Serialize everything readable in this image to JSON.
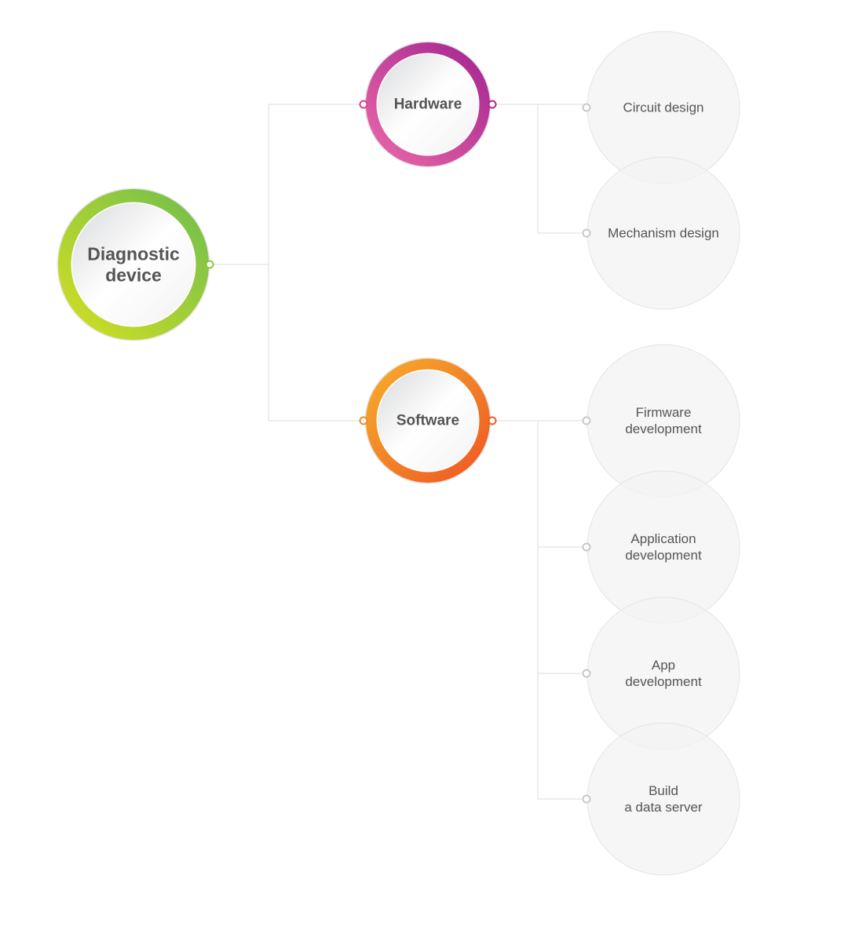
{
  "root": {
    "lines": [
      "Diagnostic",
      "device"
    ]
  },
  "branches": [
    {
      "id": "hardware",
      "lines": [
        "Hardware"
      ],
      "leaves": [
        {
          "id": "circuit-design",
          "lines": [
            "Circuit design"
          ]
        },
        {
          "id": "mechanism-design",
          "lines": [
            "Mechanism design"
          ]
        }
      ]
    },
    {
      "id": "software",
      "lines": [
        "Software"
      ],
      "leaves": [
        {
          "id": "firmware-development",
          "lines": [
            "Firmware",
            "development"
          ]
        },
        {
          "id": "application-development",
          "lines": [
            "Application",
            "development"
          ]
        },
        {
          "id": "app-development",
          "lines": [
            "App",
            "development"
          ]
        },
        {
          "id": "build-data-server",
          "lines": [
            "Build",
            "a data server"
          ]
        }
      ]
    }
  ],
  "colors": {
    "root_ring": [
      "#d6e021",
      "#6cbd4f"
    ],
    "hardware_ring": [
      "#ec6aa8",
      "#a0238f"
    ],
    "software_ring": [
      "#f5b12c",
      "#ef5323"
    ],
    "connector_line": "#dcdcdc",
    "leaf_fill": "#f3f3f3",
    "leaf_stroke": "#e4e4e4",
    "text": "#555555"
  }
}
